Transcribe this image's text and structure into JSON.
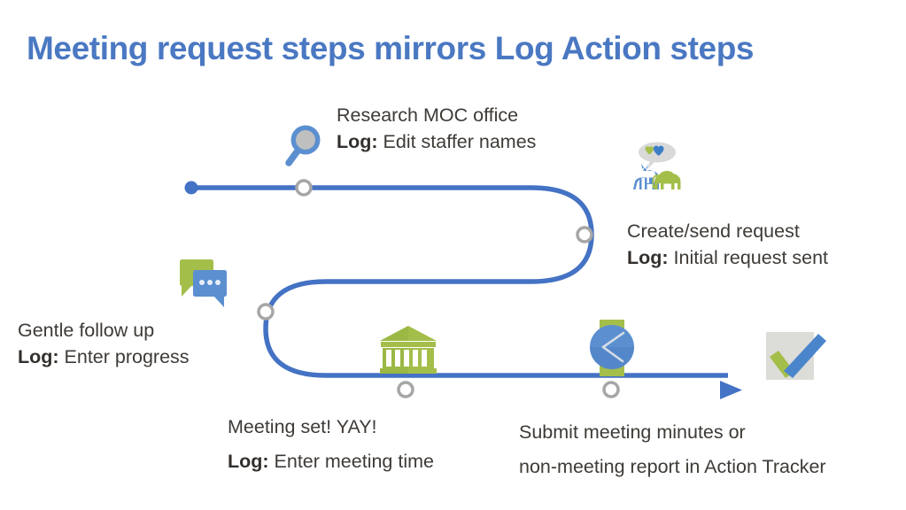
{
  "slide": {
    "title": "Meeting request steps mirrors Log Action steps",
    "background_color": "#FFFFFF",
    "title_color": "#4A78C2",
    "body_text_color": "#3E3A36",
    "line_color": "#4472C4",
    "node_ring_color": "#A6A6A6",
    "accent_green": "#A4BE4A",
    "accent_blue": "#5B8FD0"
  },
  "steps": [
    {
      "id": "research",
      "icon": "magnifier-icon",
      "line1": "Research MOC office",
      "log_label": "Log:",
      "log_text": " Edit staffer names"
    },
    {
      "id": "create-send",
      "icon": "donkey-elephant-icon",
      "line1": "Create/send request",
      "log_label": "Log:",
      "log_text": " Initial request sent"
    },
    {
      "id": "gentle-follow-up",
      "icon": "chat-bubbles-icon",
      "line1": "Gentle follow up",
      "log_label": "Log:",
      "log_text": " Enter progress"
    },
    {
      "id": "meeting-set",
      "icon": "capitol-building-icon",
      "line1": "Meeting set! YAY!",
      "log_label": "Log:",
      "log_text": " Enter meeting time"
    },
    {
      "id": "submit-minutes",
      "icon": "watch-icon",
      "line1": "Submit meeting minutes or",
      "line2": "non-meeting report in Action Tracker"
    }
  ],
  "icons": {
    "magnifier": "magnifier-icon",
    "donkey_elephant": "donkey-elephant-icon",
    "chat_bubbles": "chat-bubbles-icon",
    "capitol": "capitol-building-icon",
    "watch": "watch-icon",
    "checkmark": "checkmark-box-icon"
  },
  "flow": {
    "start_dot": "flow-start-dot",
    "end_arrow": "flow-end-arrow",
    "node_count": 5
  }
}
